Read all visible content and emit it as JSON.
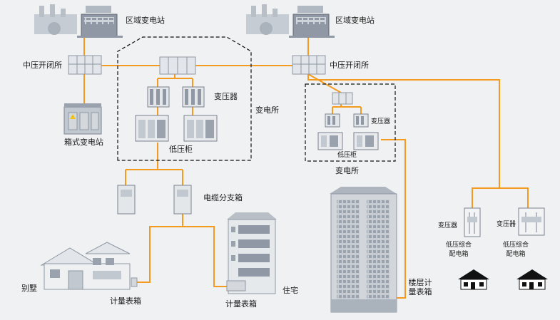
{
  "labels": {
    "substation_left": "区域变电站",
    "substation_right": "区域变电站",
    "mv_switch_left": "中压开闭所",
    "mv_switch_right": "中压开闭所",
    "box_substation": "箱式变电站",
    "transformer_main": "变压器",
    "substation_main": "变电所",
    "lv_cabinet_main": "低压柜",
    "transformer_small": "变压器",
    "lv_cabinet_small": "低压柜",
    "substation_small": "变电所",
    "cable_branch_box": "电缆分支箱",
    "villa": "别墅",
    "meter_box_villa": "计量表箱",
    "meter_box_res": "计量表箱",
    "residence": "住宅",
    "floor_meter_line1": "楼层计",
    "floor_meter_line2": "量表箱",
    "transformer_pole1": "变压器",
    "lv_dist_box1_line1": "低压综合",
    "lv_dist_box1_line2": "配电箱",
    "transformer_pole2": "变压器",
    "lv_dist_box2_line1": "低压综合",
    "lv_dist_box2_line2": "配电箱"
  },
  "colors": {
    "line": "#f39a1f",
    "equipment": "#c9ced4",
    "equipment_dark": "#7a8290",
    "dashed": "#111111"
  }
}
